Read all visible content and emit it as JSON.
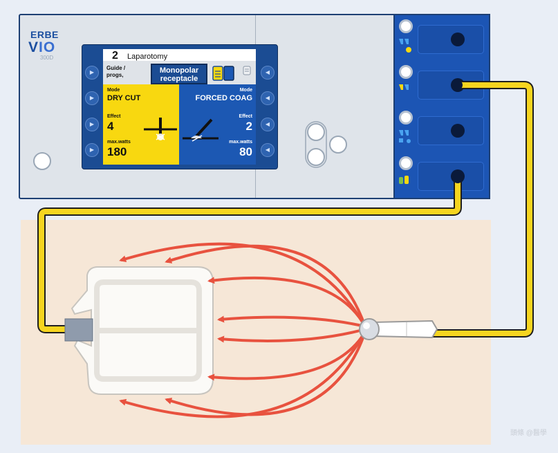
{
  "brand": {
    "name": "ERBE",
    "model_v": "V",
    "model_io": "IO",
    "model_number": "300D"
  },
  "screen": {
    "program_number": "2",
    "program_name": "Laparotomy",
    "guide_label": "Guide / progs,",
    "receptacle_label": "Monopolar receptacle",
    "cut": {
      "mode_label": "Mode",
      "mode_value": "DRY CUT",
      "effect_label": "Effect",
      "effect_value": "4",
      "watts_label": "max.watts",
      "watts_value": "180"
    },
    "coag": {
      "mode_label": "Mode",
      "mode_value": "FORCED COAG",
      "effect_label": "Effect",
      "effect_value": "2",
      "watts_label": "max.watts",
      "watts_value": "80"
    }
  },
  "icons": {
    "side_buttons": "triangle-arrow-icon",
    "cut_symbol": "cut-mode-icon",
    "coag_symbol": "coag-mode-icon",
    "socket_symbols": [
      "footswitch-icon",
      "footswitch-icon",
      "footswitch-icon",
      "neutral-electrode-icon"
    ]
  },
  "colors": {
    "panel": "#dfe4ea",
    "screen_blue": "#1b4c93",
    "cut_yellow": "#f8d810",
    "coag_blue": "#1c58b3",
    "cable_yellow": "#f6d51f",
    "current_arrow_red": "#e8523f",
    "patient_skin": "#f6e7d7"
  },
  "watermark": "頭條 @醫學"
}
